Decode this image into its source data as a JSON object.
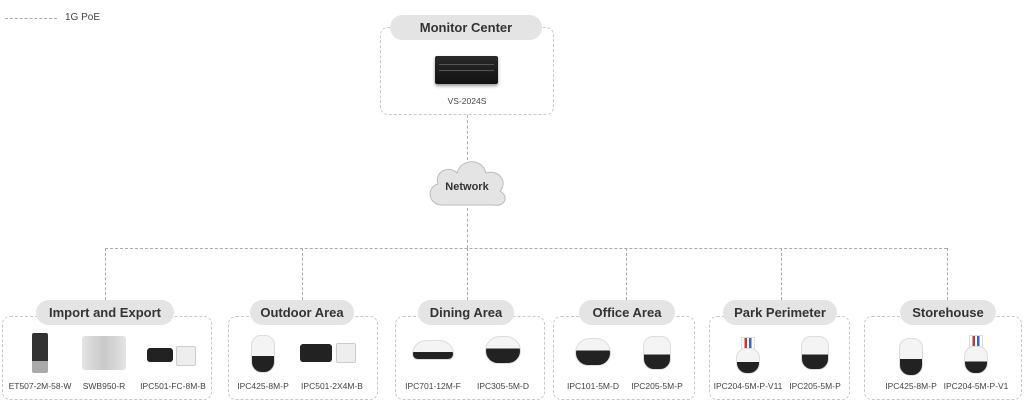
{
  "legend": {
    "label": "1G PoE"
  },
  "monitor_center": {
    "title": "Monitor Center",
    "device": "VS-2024S"
  },
  "network": {
    "label": "Network"
  },
  "groups": [
    {
      "title": "Import and Export",
      "devices": [
        "ET507-2M-58-W",
        "SWB950-R",
        "IPC501-FC-8M-B"
      ]
    },
    {
      "title": "Outdoor Area",
      "devices": [
        "IPC425-8M-P",
        "IPC501-2X4M-B"
      ]
    },
    {
      "title": "Dining Area",
      "devices": [
        "IPC701-12M-F",
        "IPC305-5M-D"
      ]
    },
    {
      "title": "Office Area",
      "devices": [
        "IPC101-5M-D",
        "IPC205-5M-P"
      ]
    },
    {
      "title": "Park Perimeter",
      "devices": [
        "IPC204-5M-P-V11",
        "IPC205-5M-P"
      ]
    },
    {
      "title": "Storehouse",
      "devices": [
        "IPC425-8M-P",
        "IPC204-5M-P-V1"
      ]
    }
  ]
}
